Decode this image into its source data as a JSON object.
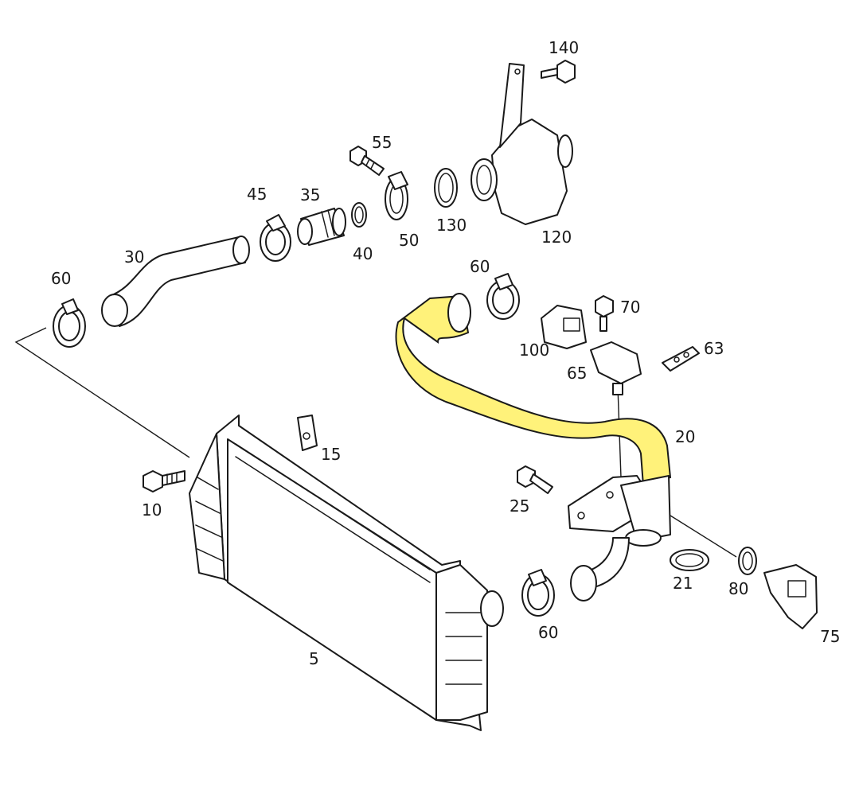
{
  "diagram": {
    "highlight_color": "#FFF27A",
    "line_color": "#1a1a1a",
    "callouts": [
      {
        "id": "c5",
        "text": "5"
      },
      {
        "id": "c10",
        "text": "10"
      },
      {
        "id": "c15",
        "text": "15"
      },
      {
        "id": "c20",
        "text": "20"
      },
      {
        "id": "c21",
        "text": "21"
      },
      {
        "id": "c25",
        "text": "25"
      },
      {
        "id": "c30",
        "text": "30"
      },
      {
        "id": "c35",
        "text": "35"
      },
      {
        "id": "c40",
        "text": "40"
      },
      {
        "id": "c45",
        "text": "45"
      },
      {
        "id": "c50",
        "text": "50"
      },
      {
        "id": "c55",
        "text": "55"
      },
      {
        "id": "c60a",
        "text": "60"
      },
      {
        "id": "c60b",
        "text": "60"
      },
      {
        "id": "c60c",
        "text": "60"
      },
      {
        "id": "c63",
        "text": "63"
      },
      {
        "id": "c65",
        "text": "65"
      },
      {
        "id": "c70",
        "text": "70"
      },
      {
        "id": "c75",
        "text": "75"
      },
      {
        "id": "c80",
        "text": "80"
      },
      {
        "id": "c100",
        "text": "100"
      },
      {
        "id": "c120",
        "text": "120"
      },
      {
        "id": "c130",
        "text": "130"
      },
      {
        "id": "c140",
        "text": "140"
      }
    ]
  }
}
